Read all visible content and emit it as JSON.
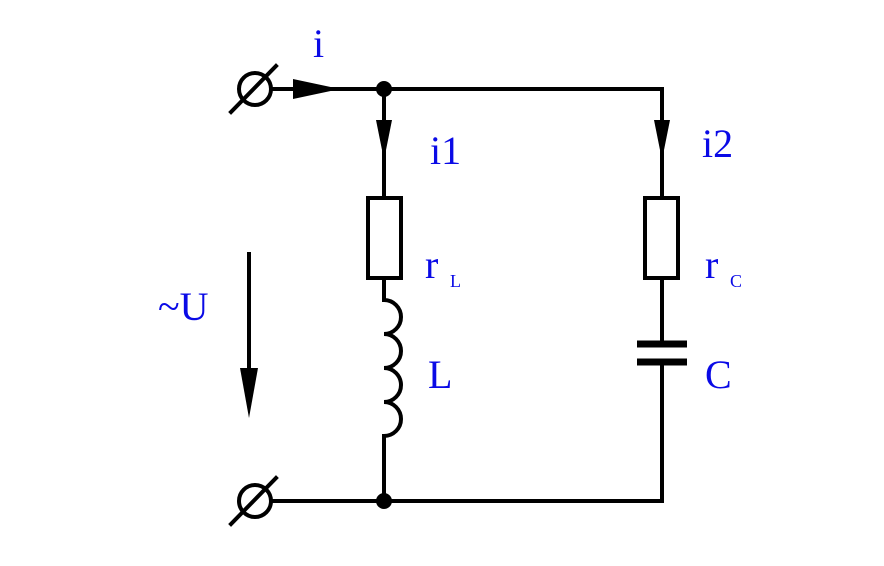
{
  "labels": {
    "current_total": "i",
    "current_branch1": "i1",
    "current_branch2": "i2",
    "voltage": "~U",
    "resistor_l_main": "r",
    "resistor_l_sub": "L",
    "inductor": "L",
    "resistor_c_main": "r",
    "resistor_c_sub": "C",
    "capacitor": "C"
  },
  "colors": {
    "text": "#0a0ae6",
    "wire": "#000000"
  }
}
